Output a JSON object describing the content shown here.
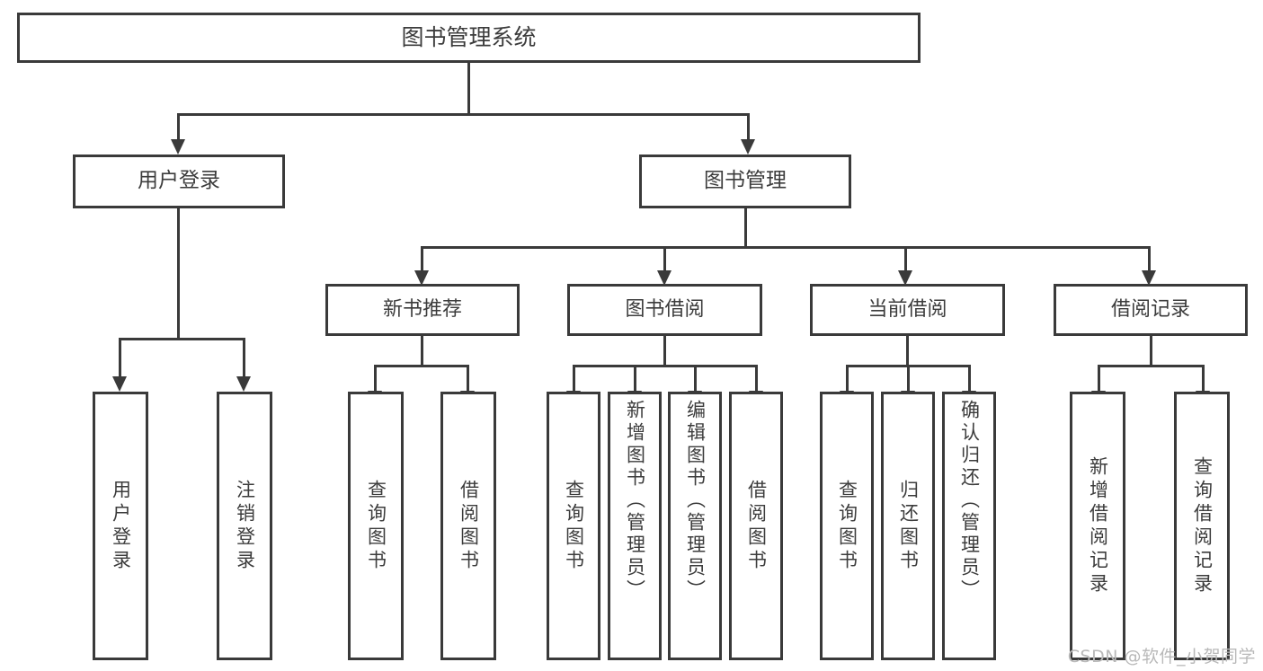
{
  "diagram": {
    "type": "tree-hierarchy",
    "title": "图书管理系统",
    "watermark": "CSDN @软件_小贺同学",
    "colors": {
      "stroke": "#3a3a3a",
      "text": "#3c3c3c",
      "background": "#ffffff",
      "watermark": "#b9b9b9"
    },
    "root": {
      "label": "图书管理系统"
    },
    "tier2": [
      {
        "label": "用户登录"
      },
      {
        "label": "图书管理"
      }
    ],
    "tier3": [
      {
        "label": "新书推荐"
      },
      {
        "label": "图书借阅"
      },
      {
        "label": "当前借阅"
      },
      {
        "label": "借阅记录"
      }
    ],
    "leaves": {
      "user_login": [
        {
          "label": "用户登录"
        },
        {
          "label": "注销登录"
        }
      ],
      "new_book": [
        {
          "label": "查询图书"
        },
        {
          "label": "借阅图书"
        }
      ],
      "book_borrow": [
        {
          "label": "查询图书"
        },
        {
          "label": "新增图书（管理员）"
        },
        {
          "label": "编辑图书（管理员）"
        },
        {
          "label": "借阅图书"
        }
      ],
      "current_borrow": [
        {
          "label": "查询图书"
        },
        {
          "label": "归还图书"
        },
        {
          "label": "确认归还（管理员）"
        }
      ],
      "borrow_record": [
        {
          "label": "新增借阅记录"
        },
        {
          "label": "查询借阅记录"
        }
      ]
    }
  }
}
